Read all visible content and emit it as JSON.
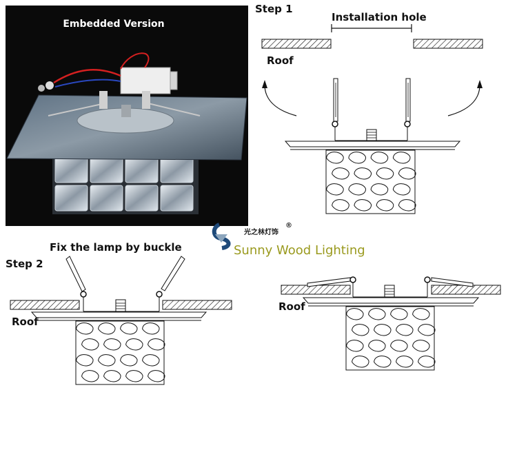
{
  "photo": {
    "title": "Embedded Version"
  },
  "step1": {
    "step_label": "Step 1",
    "hole_label": "Installation hole",
    "roof_label": "Roof"
  },
  "step2": {
    "step_label": "Step 2",
    "caption": "Fix the lamp by buckle",
    "roof_label": "Roof"
  },
  "step3": {
    "roof_label": "Roof"
  },
  "brand": {
    "name": "Sunny Wood Lighting",
    "cn_name": "光之林灯饰",
    "registered": "®"
  },
  "colors": {
    "photo_bg": "#0a0a0a",
    "brand_text": "#9a9a1e",
    "logo_blue": "#1f4a7a",
    "line": "#111111"
  }
}
